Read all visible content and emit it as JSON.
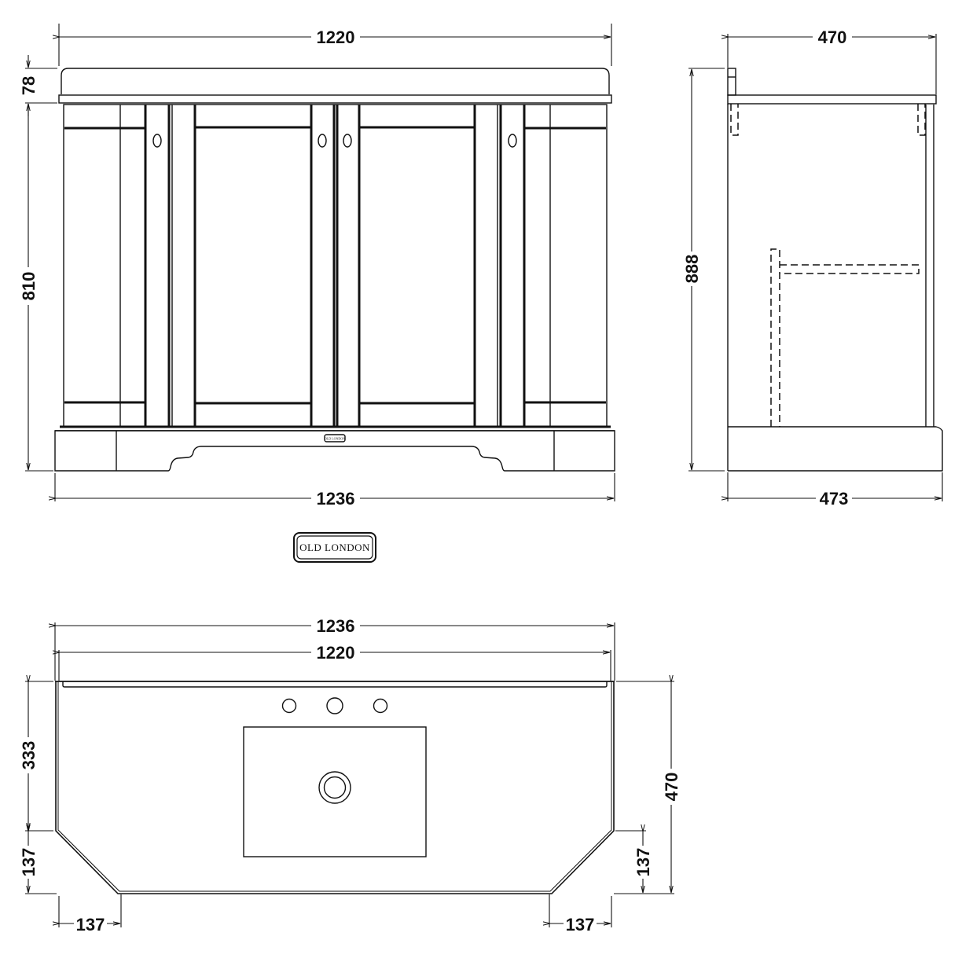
{
  "drawing": {
    "type": "technical drawing",
    "subject": "Vanity unit with corner-cut basin top",
    "brand_badge": {
      "text": "Old London",
      "display": "OLD LONDON"
    }
  },
  "front_view": {
    "dims": {
      "top_width": "1220",
      "top_height": "78",
      "cabinet_height": "810",
      "plinth_width": "1236"
    },
    "doors": 4,
    "handles": 4
  },
  "side_view": {
    "dims": {
      "top_depth": "470",
      "overall_height": "888",
      "plinth_depth": "473"
    }
  },
  "plan_view": {
    "dims": {
      "overall_width": "1236",
      "top_width": "1220",
      "straight_side_depth": "333",
      "overall_depth": "470",
      "chamfer_left_depth": "137",
      "chamfer_left_width": "137",
      "chamfer_right_depth": "137",
      "chamfer_right_width": "137"
    },
    "tap_holes": 3,
    "basin": "rectangular with central waste"
  }
}
